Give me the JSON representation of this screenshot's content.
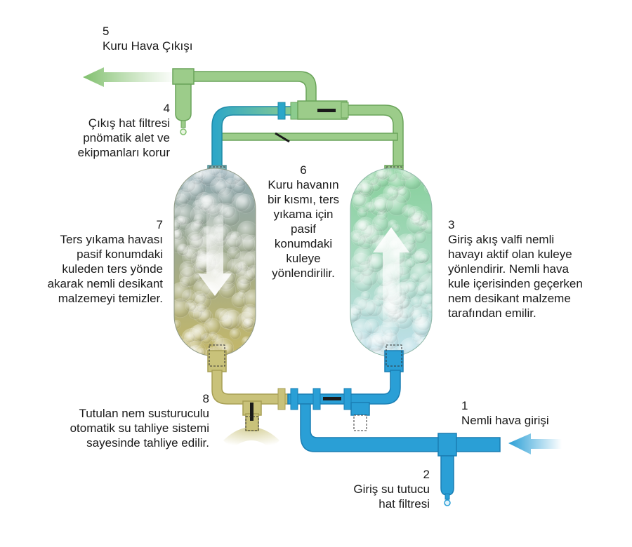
{
  "steps": [
    {
      "num": "1",
      "text": "Nemli hava girişi"
    },
    {
      "num": "2",
      "text": "Giriş su tutucu\nhat filtresi"
    },
    {
      "num": "3",
      "text": "Giriş akış valfi nemli\nhavayı aktif olan kuleye\nyönlendirir. Nemli hava\nkule içerisinden geçerken\nnem desikant malzeme\ntarafından emilir."
    },
    {
      "num": "4",
      "text": "Çıkış hat filtresi\npnömatik alet ve\nekipmanları korur"
    },
    {
      "num": "5",
      "text": "Kuru Hava Çıkışı"
    },
    {
      "num": "6",
      "text": "Kuru havanın\nbir kısmı, ters\nyıkama için\npasif\nkonumdaki\nkuleye\nyönlendirilir."
    },
    {
      "num": "7",
      "text": "Ters yıkama havası\npasif konumdaki\nkuleden ters yönde\nakarak nemli desikant\nmalzemeyi temizler."
    },
    {
      "num": "8",
      "text": "Tutulan nem susturuculu\notomatik su tahliye sistemi\nsayesinde tahliye edilir."
    }
  ],
  "colors": {
    "green_pipe": "#9ccc8a",
    "green_dark": "#6aa45a",
    "blue_pipe": "#2a9fd6",
    "blue_dark": "#1a7fb4",
    "teal_pipe": "#2fb3b0",
    "olive_pipe": "#c9c27a",
    "olive_dark": "#a79f55",
    "tower_left_top": "#8faab0",
    "tower_left_bottom": "#c2b86a",
    "tower_right_top": "#8fd3a0",
    "tower_right_bottom": "#b7dbe8"
  }
}
